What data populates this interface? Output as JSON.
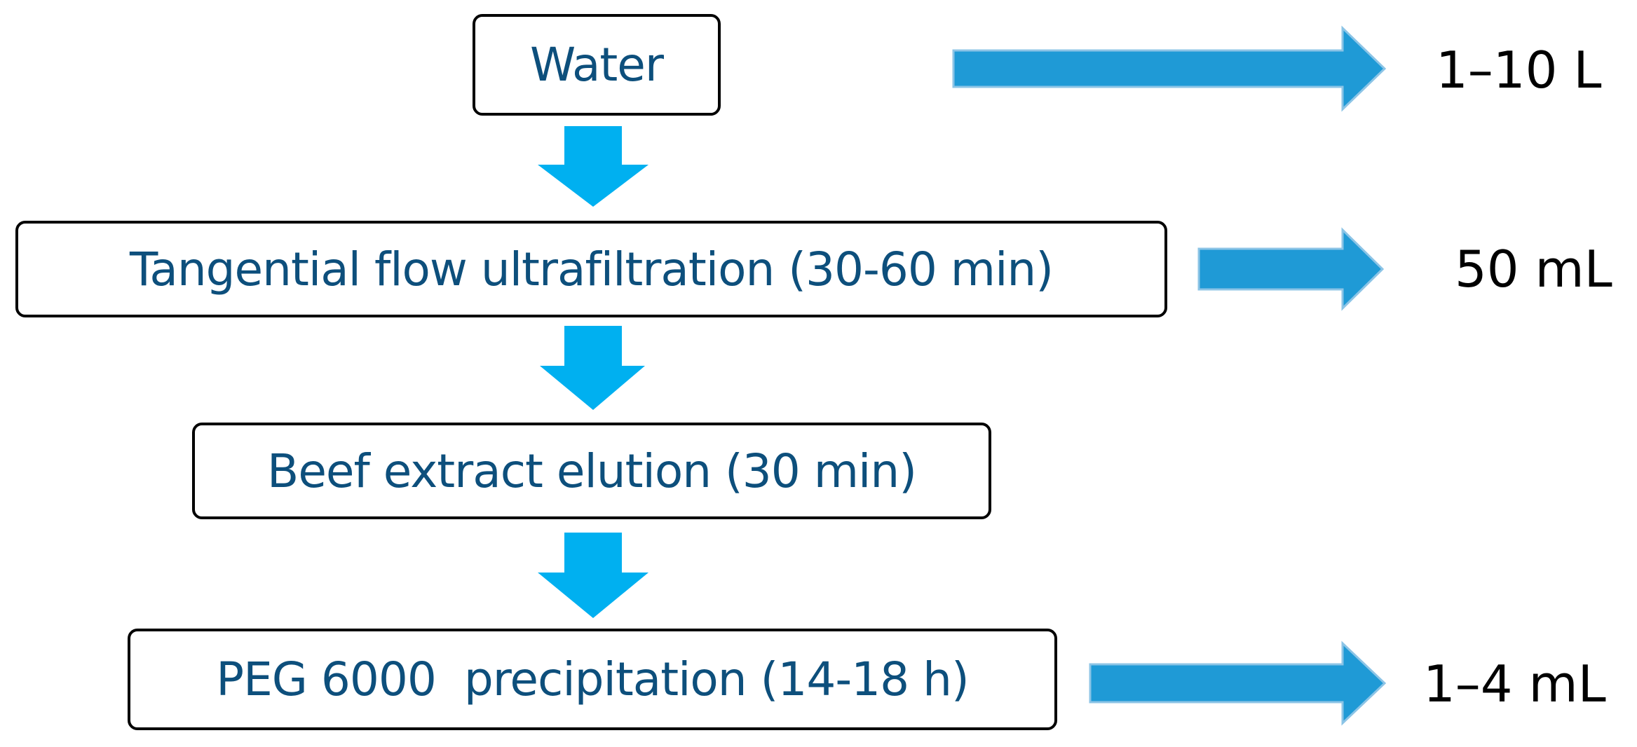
{
  "steps": [
    {
      "label": "Water"
    },
    {
      "label": "Tangential flow ultrafiltration (30-60 min)"
    },
    {
      "label": "Beef extract elution (30 min)"
    },
    {
      "label": "PEG 6000  precipitation (14-18 h)"
    }
  ],
  "volumes": [
    {
      "label": "1–10 L"
    },
    {
      "label": "50 mL"
    },
    {
      "label": "1–4 mL"
    }
  ],
  "colors": {
    "step_text": "#0d4f7c",
    "down_arrow": "#00b0f0",
    "right_arrow": "#1f9ad6",
    "box_border": "#000000"
  }
}
